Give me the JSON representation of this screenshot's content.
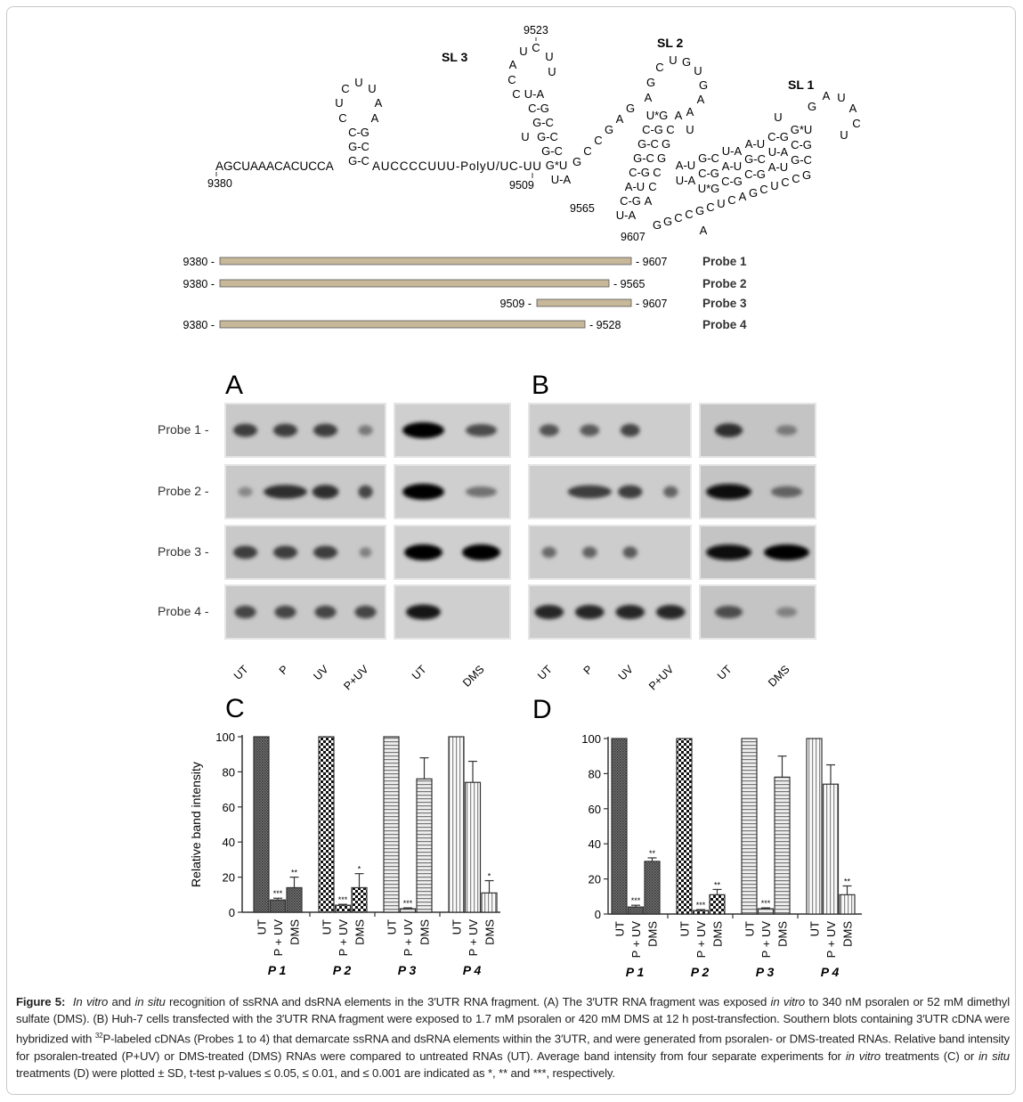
{
  "rna": {
    "linear_5prime": "AGCUAAACACUCCA",
    "linker": "AUCCCCUUU-PolyU/UC-UU",
    "hairpin_loop": [
      "C",
      "U",
      "U",
      "A",
      "A",
      "C",
      "U"
    ],
    "hairpin_stem": [
      "C-G",
      "G-C",
      "G-C"
    ],
    "sl3_label": "SL 3",
    "sl3_loop": [
      "A",
      "U",
      "C",
      "U",
      "U",
      "C",
      "C"
    ],
    "sl3_stem": [
      "U-A",
      "C-G",
      "G-C",
      "G-C",
      "G-C",
      "G*U",
      "U-A"
    ],
    "sl3_bulge": "U",
    "sl2_label": "SL 2",
    "sl2_loop": [
      "A",
      "G",
      "C",
      "U",
      "G",
      "U",
      "G",
      "A",
      "A",
      "A"
    ],
    "sl2_stem_outer": [
      "U*G",
      "C-G",
      "G-C",
      "G-C",
      "C-G",
      "A-U",
      "C-G",
      "U-A"
    ],
    "sl2_stem_inner": [
      "C",
      "G",
      "G",
      "C",
      "C",
      "A"
    ],
    "sl2_bulge": "U",
    "junction": [
      "G",
      "C",
      "C",
      "G",
      "A",
      "G"
    ],
    "sl1_label": "SL 1",
    "sl1_loop": [
      "G",
      "A",
      "U",
      "A",
      "C",
      "U"
    ],
    "sl1_stem": [
      "G*U",
      "C-G",
      "A-U",
      "U-A",
      "G-C",
      "A-U",
      "C-G",
      "U-A",
      "G-C",
      "A-U",
      "C-G",
      "U-A",
      "G-C",
      "A-U",
      "C-G",
      "C-G",
      "U*G"
    ],
    "sl1_stem_inner": [
      "G",
      "C",
      "C",
      "U",
      "C",
      "G",
      "A",
      "C",
      "U",
      "C",
      "G",
      "C",
      "C",
      "G",
      "G"
    ],
    "sl1_bulge_a": "U",
    "sl1_bulge_b": "A",
    "positions": {
      "p9380": "9380",
      "p9509": "9509",
      "p9523": "9523",
      "p9565": "9565",
      "p9607": "9607"
    }
  },
  "probes": [
    {
      "name": "Probe 1",
      "start": "9380",
      "end": "9607"
    },
    {
      "name": "Probe 2",
      "start": "9380",
      "end": "9565"
    },
    {
      "name": "Probe 3",
      "start": "9509",
      "end": "9607"
    },
    {
      "name": "Probe 4",
      "start": "9380",
      "end": "9528"
    }
  ],
  "probe_bar_color": "#c8b89a",
  "blots": {
    "panel_a": "A",
    "panel_b": "B",
    "row_labels": [
      "Probe 1 -",
      "Probe 2 -",
      "Probe 3 -",
      "Probe 4 -"
    ],
    "psoralen_lanes": [
      "UT",
      "P",
      "UV",
      "P+UV"
    ],
    "dms_lanes": [
      "UT",
      "DMS"
    ]
  },
  "chart_data": [
    {
      "type": "bar",
      "panel": "C",
      "ylabel": "Relative band intensity",
      "ylim": [
        0,
        100
      ],
      "yticks": [
        0,
        20,
        40,
        60,
        80,
        100
      ],
      "categories": [
        "UT",
        "P + UV",
        "DMS"
      ],
      "groups": [
        {
          "name": "P 1",
          "values": [
            100,
            7,
            14
          ],
          "errors": [
            0,
            1,
            6
          ],
          "sig": [
            "",
            "***",
            "**"
          ]
        },
        {
          "name": "P 2",
          "values": [
            100,
            4,
            14
          ],
          "errors": [
            0,
            0.5,
            8
          ],
          "sig": [
            "",
            "***",
            "*"
          ]
        },
        {
          "name": "P 3",
          "values": [
            100,
            2,
            76
          ],
          "errors": [
            0,
            0.5,
            12
          ],
          "sig": [
            "",
            "***",
            ""
          ]
        },
        {
          "name": "P 4",
          "values": [
            100,
            74,
            11
          ],
          "errors": [
            0,
            12,
            7
          ],
          "sig": [
            "",
            "",
            "*"
          ]
        }
      ]
    },
    {
      "type": "bar",
      "panel": "D",
      "ylabel": "",
      "ylim": [
        0,
        100
      ],
      "yticks": [
        0,
        20,
        40,
        60,
        80,
        100
      ],
      "categories": [
        "UT",
        "P + UV",
        "DMS"
      ],
      "groups": [
        {
          "name": "P 1",
          "values": [
            100,
            4,
            30
          ],
          "errors": [
            0,
            1,
            2
          ],
          "sig": [
            "",
            "***",
            "**"
          ]
        },
        {
          "name": "P 2",
          "values": [
            100,
            2,
            11
          ],
          "errors": [
            0,
            0.5,
            3
          ],
          "sig": [
            "",
            "***",
            "**"
          ]
        },
        {
          "name": "P 3",
          "values": [
            100,
            3,
            78
          ],
          "errors": [
            0,
            0.5,
            12
          ],
          "sig": [
            "",
            "***",
            ""
          ]
        },
        {
          "name": "P 4",
          "values": [
            100,
            74,
            11
          ],
          "errors": [
            0,
            11,
            5
          ],
          "sig": [
            "",
            "",
            "**"
          ]
        }
      ]
    }
  ],
  "caption": {
    "label": "Figure 5:",
    "t1": "In vitro",
    "t2": " and ",
    "t3": "in situ",
    "t4": " recognition of ssRNA and dsRNA elements in the 3′UTR RNA fragment. (A) The 3′UTR RNA fragment was exposed ",
    "t5": "in vitro",
    "t6": " to 340 nM psoralen or 52 mM dimethyl sulfate (DMS). (B) Huh-7 cells transfected with the 3′UTR RNA fragment were exposed to 1.7 mM psoralen or 420 mM DMS at 12 h post-transfection. Southern blots containing 3′UTR cDNA were hybridized with ",
    "t7": "32",
    "t8": "P-labeled cDNAs (Probes 1 to 4) that demarcate ssRNA and dsRNA elements within the 3′UTR, and were generated from psoralen- or DMS-treated RNAs. Relative band intensity for psoralen-treated (P+UV) or DMS-treated (DMS) RNAs were compared to untreated RNAs (UT). Average band intensity from four separate experiments for ",
    "t9": "in vitro",
    "t10": " treatments (C) or ",
    "t11": "in situ",
    "t12": " treatments (D) were plotted ± SD, t-test p-values ≤ 0.05, ≤ 0.01, and ≤ 0.001 are indicated as *, ** and ***, respectively."
  }
}
